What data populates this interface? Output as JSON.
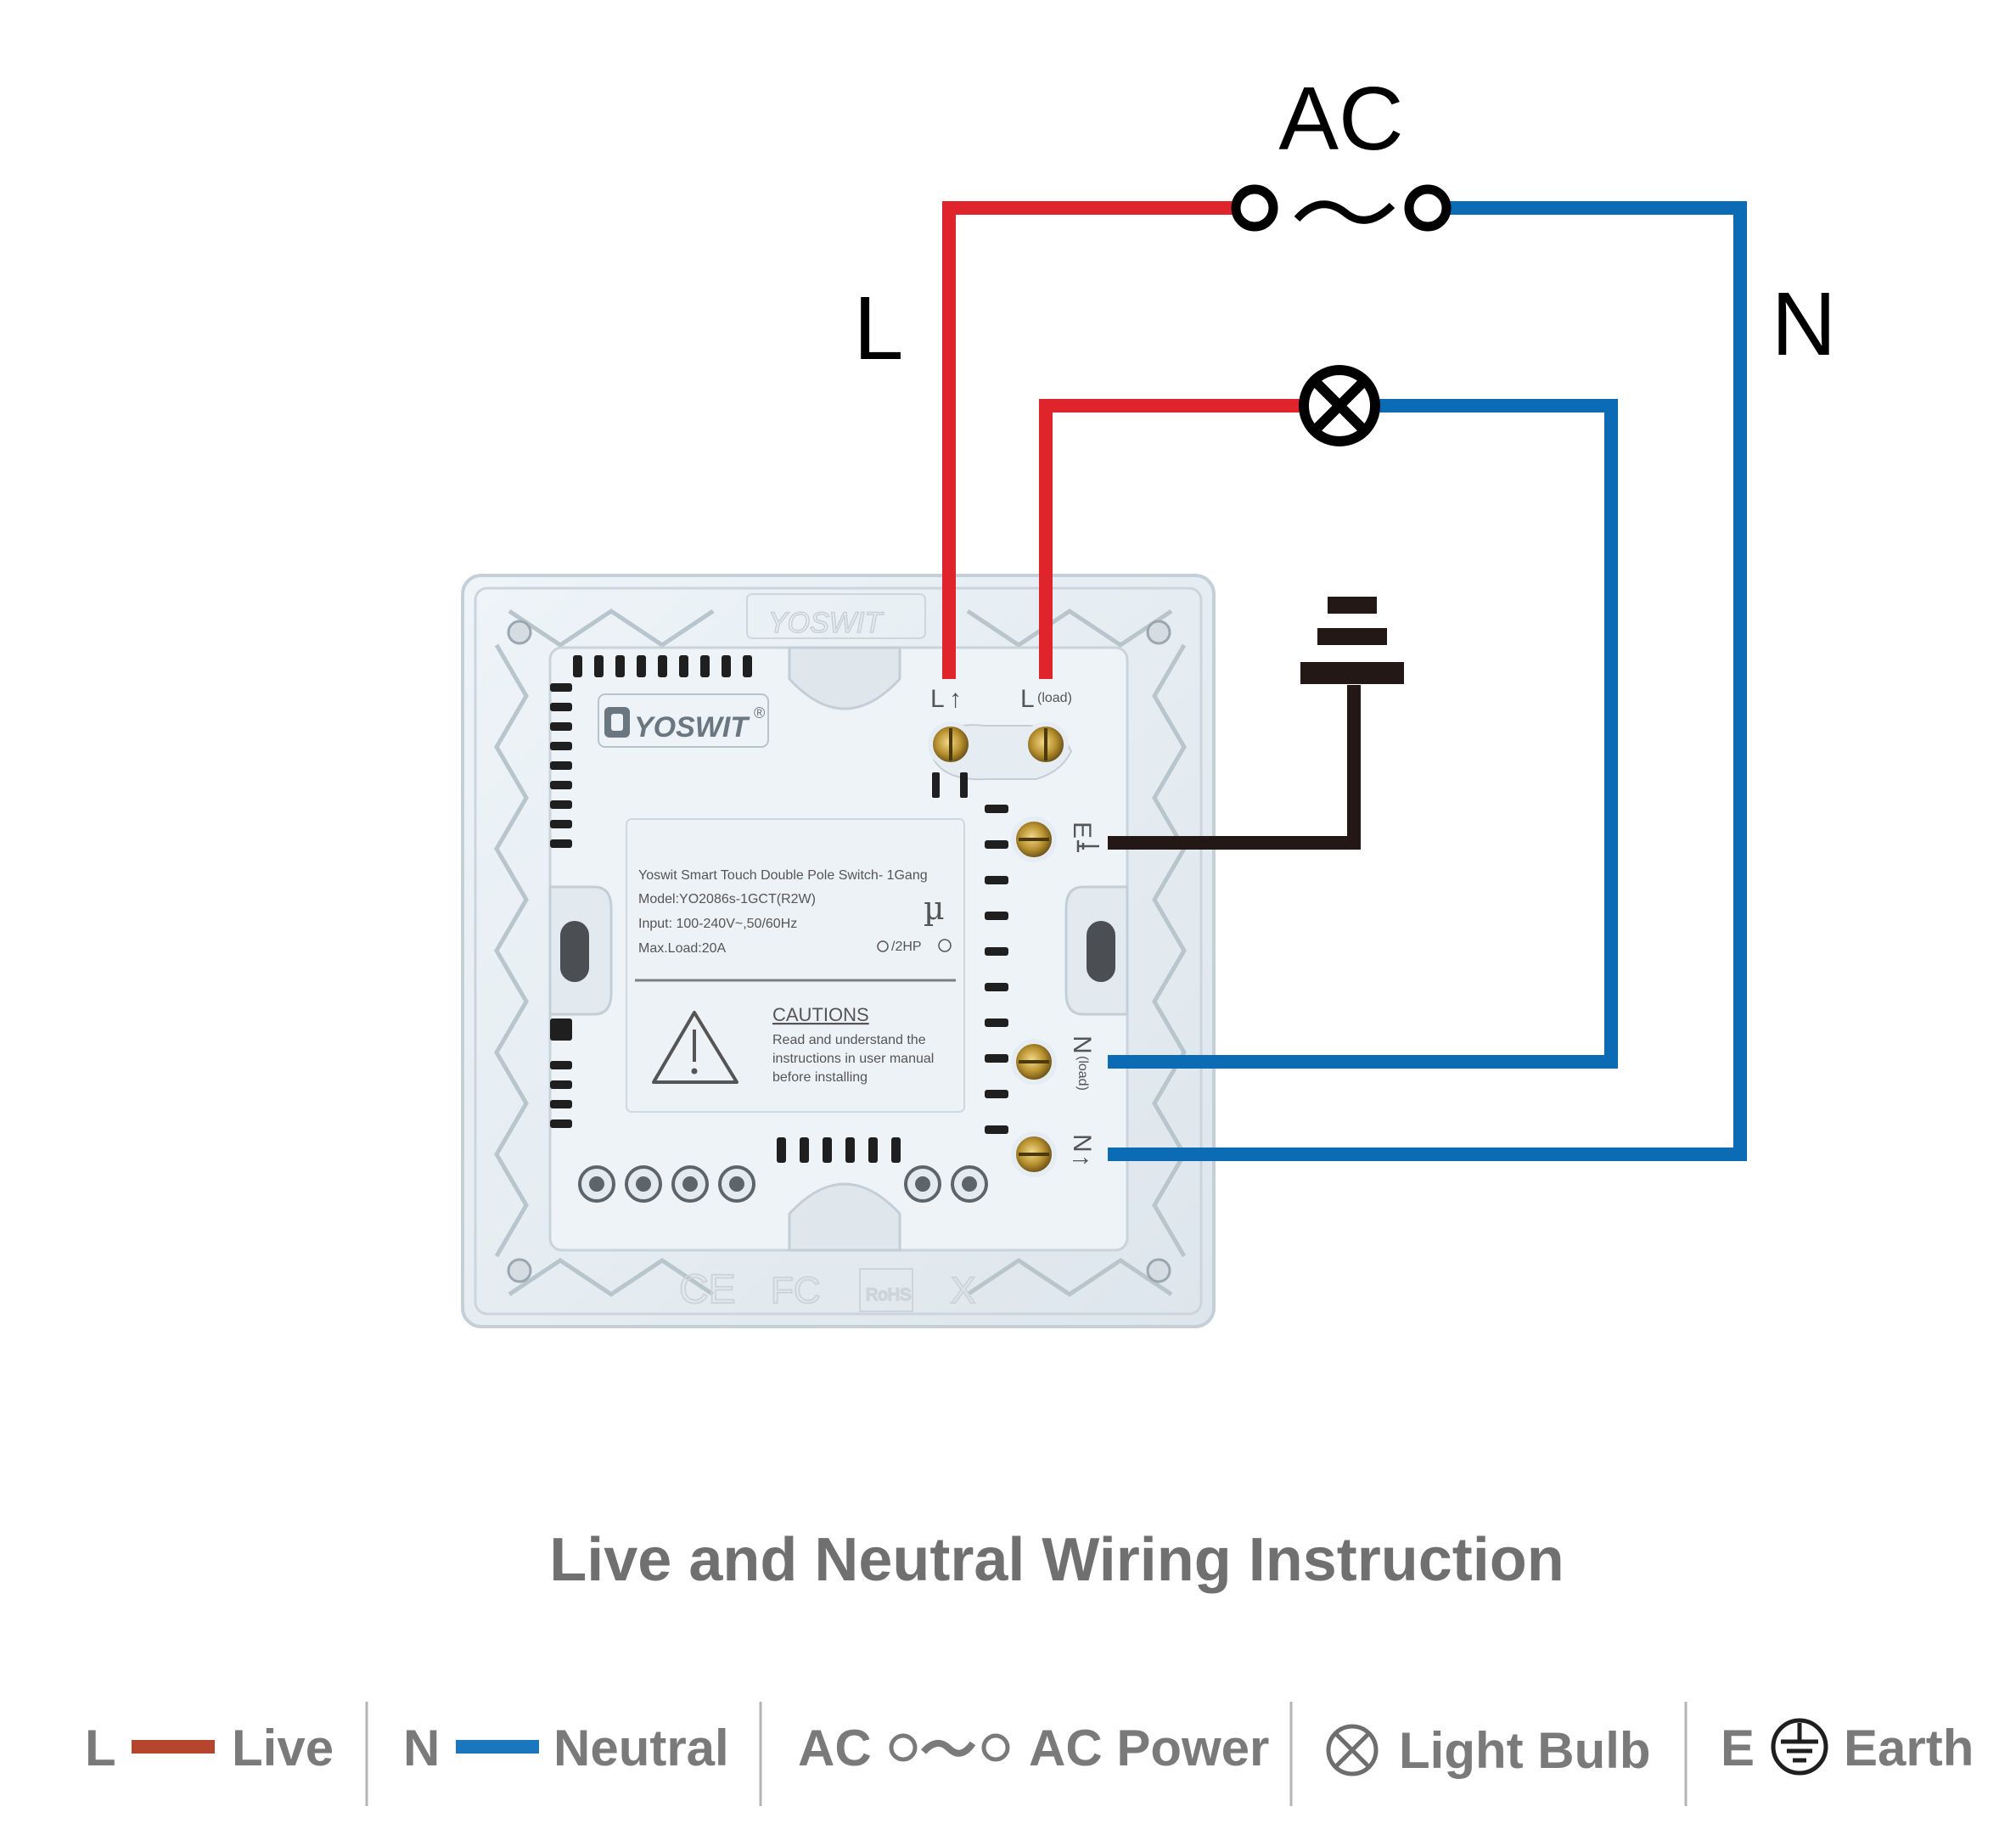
{
  "diagram": {
    "ac_label": "AC",
    "live_label": "L",
    "neutral_label": "N",
    "terminals": {
      "l_in": "L",
      "l_in_arrow": "↑",
      "l_load": "L",
      "l_load_sub": "(load)",
      "earth": "E",
      "n_load": "N",
      "n_load_sub": "(load)",
      "n_in": "N",
      "n_in_arrow": "↑"
    },
    "device": {
      "brand": "YOSWIT",
      "brand_mark": "®",
      "spec_lines": [
        "Yoswit Smart Touch Double Pole Switch- 1Gang",
        "Model:YO2086s-1GCT(R2W)",
        "Input: 100-240V~,50/60Hz",
        "Max.Load:20A"
      ],
      "hp_rating": "/2HP",
      "caution_title": "CAUTIONS",
      "caution_lines": [
        "Read and understand the",
        "instructions in user manual",
        "before installing"
      ],
      "cert_marks": [
        "CE",
        "FC",
        "RoHS",
        "X"
      ]
    },
    "colors": {
      "live": "#e0242b",
      "neutral": "#0b6cb5",
      "earth": "#231815",
      "legend_live": "#b5452c",
      "legend_neutral": "#1a76bd"
    }
  },
  "title": "Live and Neutral Wiring Instruction",
  "legend": [
    {
      "symbol": "L",
      "label": "Live",
      "icon": "live-line"
    },
    {
      "symbol": "N",
      "label": "Neutral",
      "icon": "neutral-line"
    },
    {
      "symbol": "AC",
      "label": "AC Power",
      "icon": "ac-power-symbol"
    },
    {
      "symbol": "",
      "label": "Light Bulb",
      "icon": "light-bulb-symbol"
    },
    {
      "symbol": "E",
      "label": "Earth",
      "icon": "earth-symbol"
    }
  ]
}
